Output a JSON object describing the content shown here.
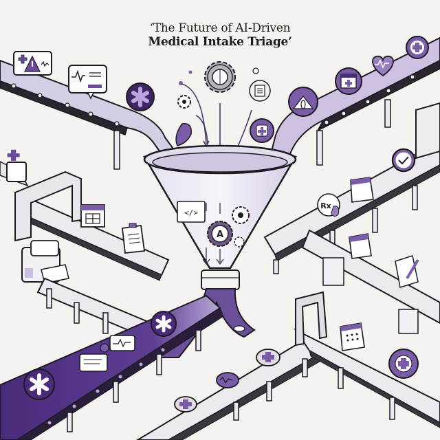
{
  "title": {
    "line1": "‘The Future of AI-Driven",
    "line2": "Medical Intake Triage’"
  },
  "palette": {
    "background": "#f4f3ef",
    "ink": "#1c1a20",
    "purple_dark": "#4a2a7a",
    "purple_mid": "#7a5ca8",
    "purple_light": "#c9bde0",
    "belt_grey": "#e4e2e6"
  },
  "funnel": {
    "core_letter": "A",
    "code_glyph": "</>",
    "icons": [
      "brain-gear-icon",
      "gear-icon",
      "document-sync-icon",
      "code-icon",
      "ai-gear-icon"
    ]
  },
  "belts": {
    "upper_left": [
      "warning-plus-card-icon",
      "vitals-chat-icon",
      "star-of-life-icon"
    ],
    "upper_right": [
      "triage-eye-icon",
      "calendar-plus-icon",
      "heart-pulse-icon",
      "plus-circle-icon"
    ],
    "middle_left": [
      "plus-card-icon",
      "calendar-icon",
      "clipboard-icon"
    ],
    "middle_right": [
      "rx-bubble-icon",
      "calendar-icon",
      "checkmark-icon",
      "calendar-notes-icon",
      "prescription-pen-icon"
    ],
    "bottom_left": [
      "star-of-life-icon",
      "message-card-icon",
      "vitals-chat-icon",
      "star-of-life-icon"
    ],
    "bottom_right": [
      "pill-icon",
      "plus-token-icon",
      "pulse-token-icon",
      "calendar-icon",
      "plus-circle-icon"
    ]
  }
}
